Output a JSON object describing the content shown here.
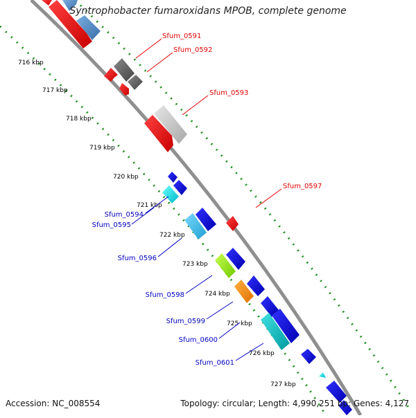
{
  "title": "Syntrophobacter fumaroxidans MPOB, complete genome",
  "accession_text": "Accession: NC_008554",
  "stats_text": "Topology: circular; Length: 4,990,251 bp; Genes: 4,127",
  "ruler_ticks": [
    {
      "label": "716 kbp",
      "kbp": 716
    },
    {
      "label": "717 kbp",
      "kbp": 717
    },
    {
      "label": "718 kbp",
      "kbp": 718
    },
    {
      "label": "719 kbp",
      "kbp": 719
    },
    {
      "label": "720 kbp",
      "kbp": 720
    },
    {
      "label": "721 kbp",
      "kbp": 721
    },
    {
      "label": "722 kbp",
      "kbp": 722
    },
    {
      "label": "723 kbp",
      "kbp": 723
    },
    {
      "label": "724 kbp",
      "kbp": 724
    },
    {
      "label": "725 kbp",
      "kbp": 725
    },
    {
      "label": "726 kbp",
      "kbp": 726
    },
    {
      "label": "727 kbp",
      "kbp": 727
    }
  ],
  "gene_labels": [
    {
      "text": "Sfum_0591",
      "color": "#e00000",
      "strand": "forward"
    },
    {
      "text": "Sfum_0592",
      "color": "#e00000",
      "strand": "forward"
    },
    {
      "text": "Sfum_0593",
      "color": "#e00000",
      "strand": "forward"
    },
    {
      "text": "Sfum_0597",
      "color": "#e00000",
      "strand": "forward"
    },
    {
      "text": "Sfum_0594",
      "color": "#0000c0",
      "strand": "reverse"
    },
    {
      "text": "Sfum_0595",
      "color": "#0000c0",
      "strand": "reverse"
    },
    {
      "text": "Sfum_0596",
      "color": "#0000c0",
      "strand": "reverse"
    },
    {
      "text": "Sfum_0598",
      "color": "#0000c0",
      "strand": "reverse"
    },
    {
      "text": "Sfum_0599",
      "color": "#0000c0",
      "strand": "reverse"
    },
    {
      "text": "Sfum_0600",
      "color": "#0000c0",
      "strand": "reverse"
    },
    {
      "text": "Sfum_0601",
      "color": "#0000c0",
      "strand": "reverse"
    }
  ],
  "colors": {
    "backbone": "#8f8f8f",
    "ruler_dots": "#1f8f1f",
    "forward_gene": "#ee1111",
    "reverse_gene": "#1111dd"
  }
}
